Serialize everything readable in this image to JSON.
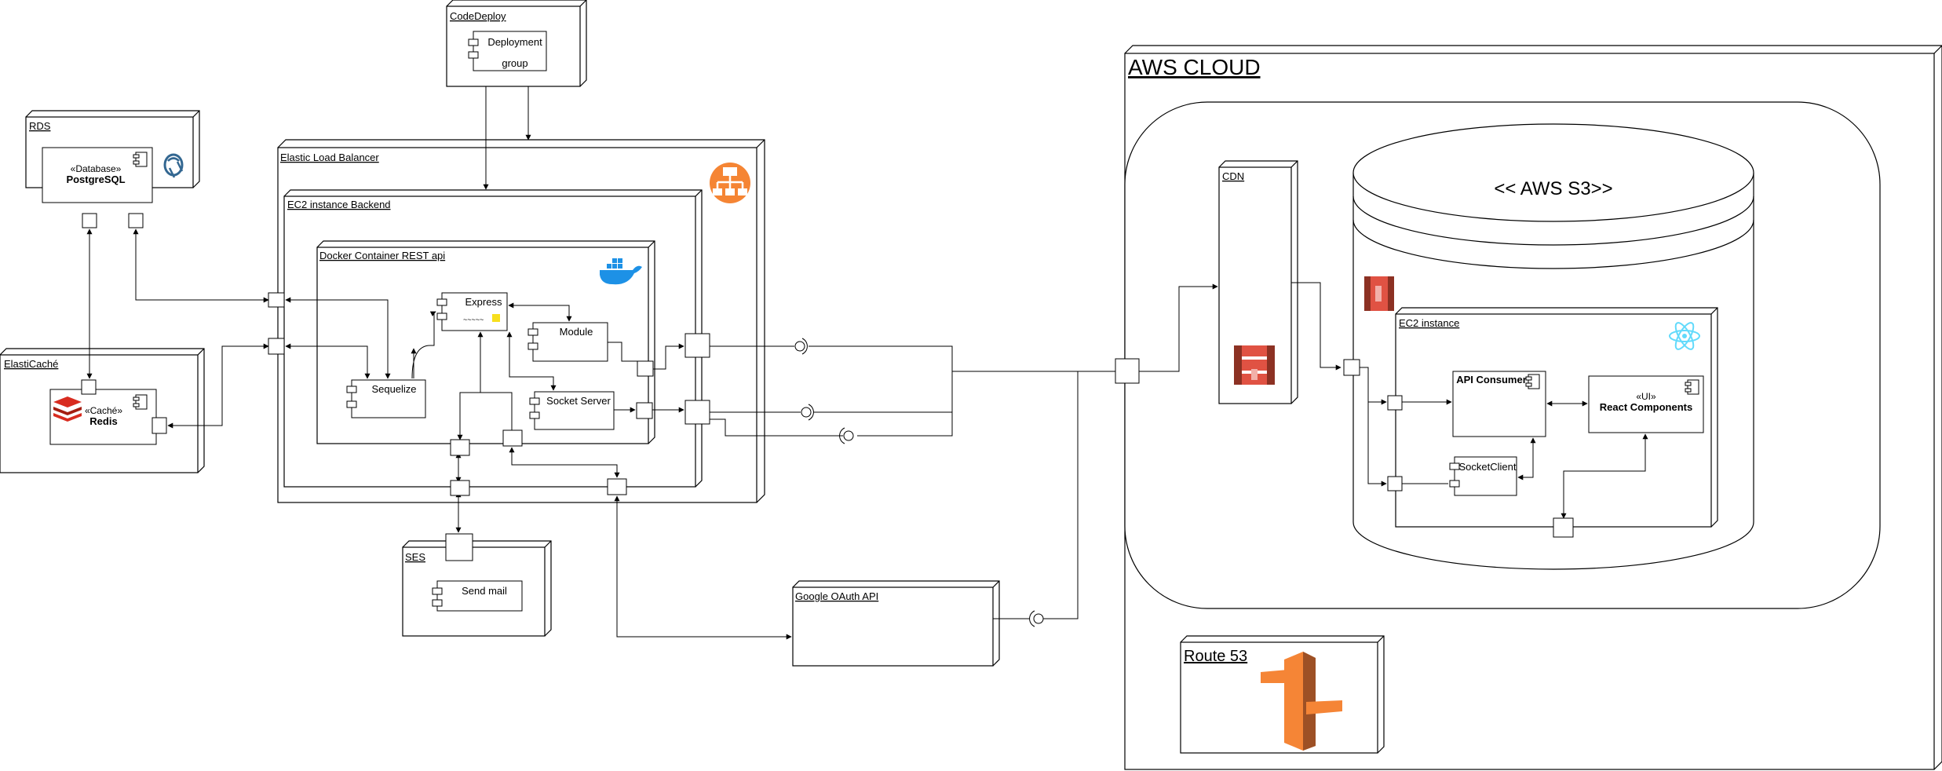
{
  "nodes": {
    "codedeploy": "CodeDeploy",
    "rds": "RDS",
    "elasticache": "ElastiCaché",
    "elb": "Elastic Load Balancer",
    "ec2_backend": "EC2 instance Backend",
    "docker": "Docker Container REST api",
    "ses": "SES",
    "google": "Google OAuth API",
    "aws_cloud": "AWS CLOUD",
    "cdn": "CDN",
    "s3": "<< AWS S3>>",
    "ec2_frontend": "EC2 instance",
    "route53": "Route 53"
  },
  "components": {
    "deployment_line1": "Deployment",
    "deployment_line2": "group",
    "db_stereotype": "«Database»",
    "db_name": "PostgreSQL",
    "cache_stereotype": "«Caché»",
    "cache_name": "Redis",
    "express": "Express",
    "module": "Module",
    "sequelize": "Sequelize",
    "socket_server": "Socket Server",
    "send_mail": "Send mail",
    "api_consumer": "API Consumer",
    "ui_stereotype": "«UI»",
    "react_components": "React Components",
    "socket_client": "SocketClient"
  },
  "icons": [
    "postgresql-icon",
    "redis-icon",
    "load-balancer-icon",
    "docker-icon",
    "aws-s3-icon",
    "react-icon",
    "route53-icon"
  ],
  "colors": {
    "line": "#000000",
    "elb_orange": "#f58534",
    "docker_blue": "#1d91e6",
    "redis_red": "#d82c20",
    "s3_red": "#e05243",
    "s3_dark": "#8c3123",
    "react_cyan": "#61dafb",
    "route53_orange": "#f58536",
    "route53_dark": "#9d5025",
    "postgres_blue": "#336791"
  }
}
